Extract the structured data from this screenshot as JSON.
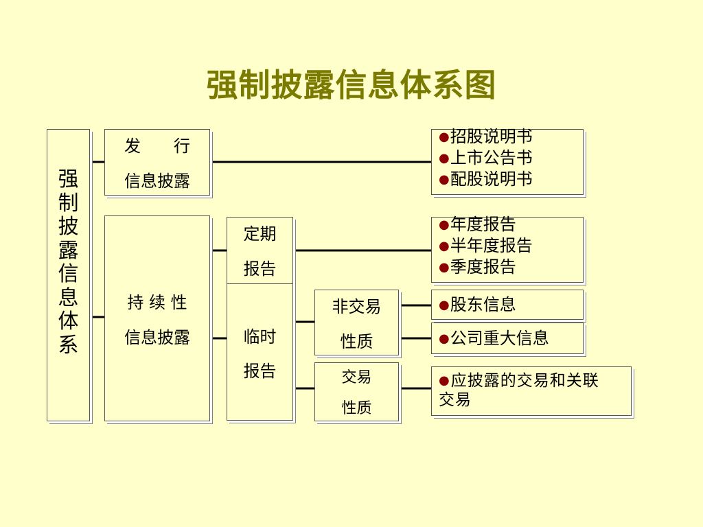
{
  "title": "强制披露信息体系图",
  "root": {
    "chars": [
      "强",
      "制",
      "披",
      "露",
      "信",
      "息",
      "体",
      "系"
    ]
  },
  "issue": {
    "line1": "发　　行",
    "line2": "信息披露"
  },
  "continuous": {
    "line1": "持 续 性",
    "line2": "信息披露"
  },
  "periodic": {
    "line1": "定期",
    "line2": "报告"
  },
  "temporary": {
    "line1": "临时",
    "line2": "报告"
  },
  "non_trade": {
    "line1": "非交易",
    "line2": "性质"
  },
  "trade": {
    "line1": "交易",
    "line2": "性质"
  },
  "bullet": "●",
  "issue_docs": [
    "招股说明书",
    "上市公告书",
    "配股说明书"
  ],
  "periodic_docs": [
    "年度报告",
    "半年度报告",
    "季度报告"
  ],
  "shareholder_info": "股东信息",
  "major_info": "公司重大信息",
  "trade_info_line1": "应披露的交易和关联",
  "trade_info_line2": "交易",
  "colors": {
    "background": "#FFFFCC",
    "title": "#7A7A00",
    "bullet": "#8B0000"
  }
}
